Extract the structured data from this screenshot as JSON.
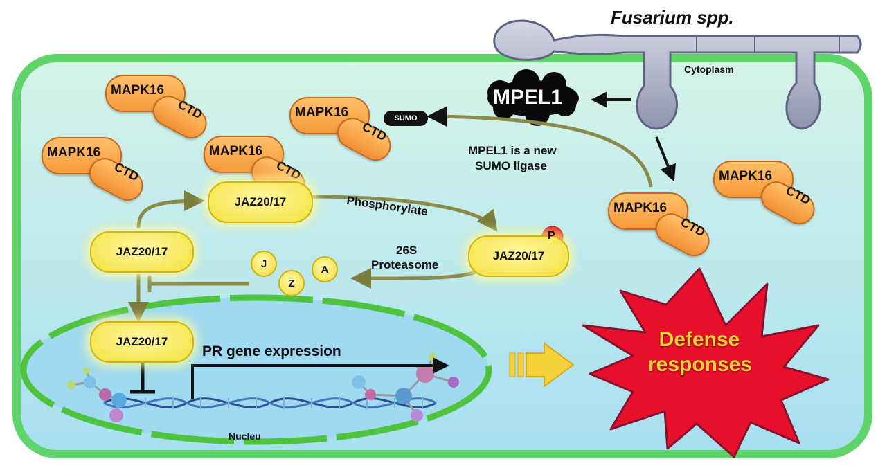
{
  "title": "Fusarium spp.",
  "regions": {
    "cytoplasm": "Cytoplasm",
    "nucleus": "Nucleu"
  },
  "mpel1": "MPEL1",
  "mapk": {
    "name": "MAPK16",
    "domain": "CTD"
  },
  "sumo": "SUMO",
  "sumo_ligase": [
    "MPEL1 is a new",
    "SUMO ligase"
  ],
  "jaz": "JAZ20/17",
  "phosphorylate": "Phosphorylate",
  "phospho_mark": "P",
  "proteasome": [
    "26S",
    "Proteasome"
  ],
  "fragments": [
    "J",
    "Z",
    "A"
  ],
  "pr_gene": "PR gene expression",
  "defense": [
    "Defense",
    "responses"
  ],
  "colors": {
    "cell_border": "#5fd46a",
    "cell_fill": "#c7f0ec",
    "mapk": "#f8a94a",
    "jaz": "#f5e64a",
    "burst": "#e8102a",
    "defense_text": "#f5d23a",
    "arrow": "#8a8a4a"
  }
}
